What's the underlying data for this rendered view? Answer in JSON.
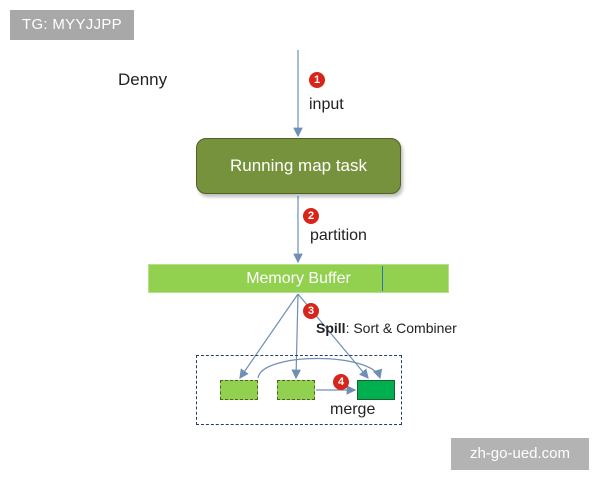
{
  "tag": "TG: MYYJJPP",
  "author": "Denny",
  "steps": [
    {
      "num": "1",
      "label": "input"
    },
    {
      "num": "2",
      "label": "partition"
    },
    {
      "num": "3",
      "label_bold": "Spill",
      "label_rest": ": Sort & Combiner"
    },
    {
      "num": "4",
      "label": "merge"
    }
  ],
  "task_label": "Running map task",
  "buffer_label": "Memory Buffer",
  "watermark": "zh-go-ued.com",
  "colors": {
    "task_fill": "#76923c",
    "buffer_fill": "#92d050",
    "spill_fill": "#92d050",
    "merged_fill": "#00b050",
    "arrow": "#6f8fb5",
    "step_badge": "#d9241c"
  }
}
